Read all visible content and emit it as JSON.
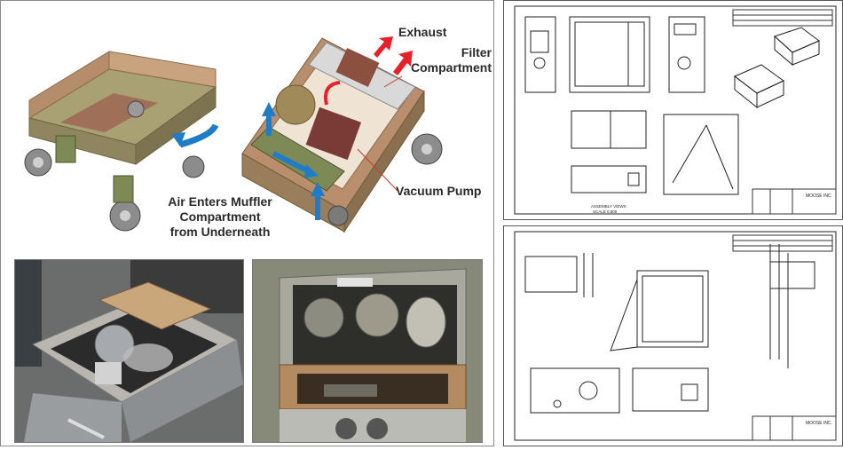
{
  "callouts": {
    "exhaust": "Exhaust",
    "filter_line1": "Filter",
    "filter_line2": "Compartment",
    "vacuum_pump": "Vacuum Pump",
    "air_enters_line1": "Air Enters Muffler",
    "air_enters_line2": "Compartment",
    "air_enters_line3": "from Underneath"
  },
  "drawing_sheets": {
    "top": {
      "assembly_views_label": "ASSEMBLY VIEWS",
      "scale_label": "SCALE 0.500",
      "company": "MOOSE INC."
    },
    "bottom": {
      "company": "MOOSE INC."
    }
  },
  "colors": {
    "arrow_exhaust": "#e8202a",
    "arrow_inflow": "#1e7cc8",
    "enclosure_wall": "#c9a27e",
    "frame_green": "#7d8a55"
  }
}
